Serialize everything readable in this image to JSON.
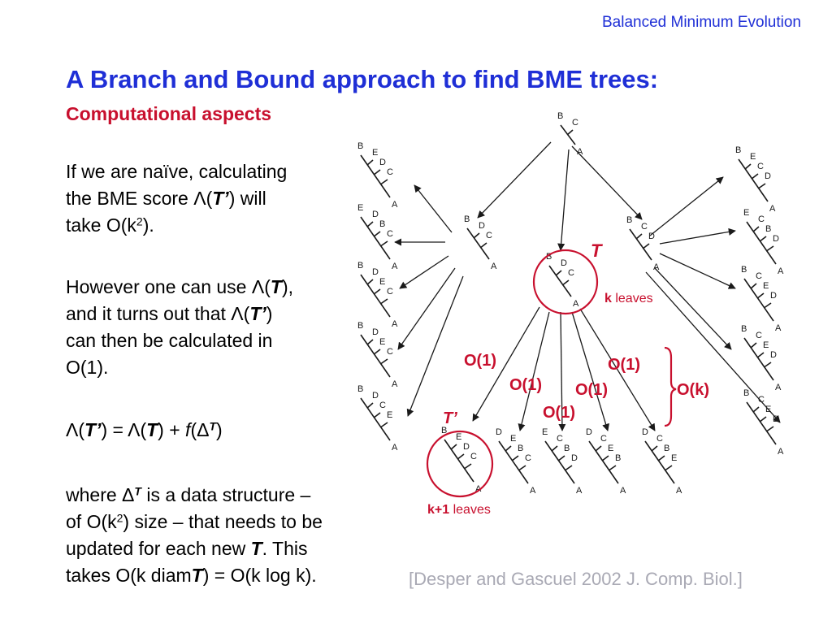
{
  "header": {
    "label": "Balanced Minimum Evolution"
  },
  "title": "A Branch and Bound approach to find BME trees:",
  "subtitle": "Computational aspects",
  "paragraph1": {
    "l1": "If we are naïve, calculating",
    "l2_pre": "the BME score Λ(",
    "l2_var": "T’",
    "l2_post": ") will",
    "l3_pre": "take O(k",
    "l3_sup": "2",
    "l3_post": ")."
  },
  "paragraph2": {
    "l1_pre": "However one can use Λ(",
    "l1_var": "T",
    "l1_post": "),",
    "l2_pre": "and it turns out that Λ(",
    "l2_var": "T’",
    "l2_post": ")",
    "l3": "can then be calculated in",
    "l4": "O(1)."
  },
  "formula": {
    "p1": "Λ(",
    "v1": "T’",
    "p2": ") = Λ(",
    "v2": "T",
    "p3": ") + ",
    "f": "f",
    "p4": "(Δ",
    "sup": "T",
    "p5": ")"
  },
  "paragraph3": {
    "l1_pre": "where Δ",
    "l1_sup": "T",
    "l1_post": " is a data structure –",
    "l2_pre": "of O(k",
    "l2_sup": "2",
    "l2_post": ") size – that needs to be",
    "l3_pre": "updated for each new ",
    "l3_var": "T",
    "l3_post": ". This",
    "l4_pre": "takes O(k diam",
    "l4_var": "T",
    "l4_post": ") = O(k log k)."
  },
  "citation": "[Desper and Gascuel 2002 J. Comp. Biol.]",
  "diagram": {
    "t_label": "T",
    "k_leaves": {
      "k": "k",
      "rest": " leaves"
    },
    "t_prime_label": "T’",
    "k1_leaves": {
      "k": "k+1",
      "rest": " leaves"
    },
    "costs": [
      "O(1)",
      "O(1)",
      "O(1)",
      "O(1)",
      "O(1)"
    ],
    "total_cost": "O(k)",
    "trees": [
      {
        "name": "root",
        "leaves": [
          "B",
          "C",
          "A"
        ]
      },
      {
        "name": "mid-left",
        "leaves": [
          "B",
          "D",
          "C",
          "A"
        ]
      },
      {
        "name": "mid-center",
        "leaves": [
          "B",
          "D",
          "C",
          "A"
        ]
      },
      {
        "name": "mid-right",
        "leaves": [
          "B",
          "C",
          "D",
          "A"
        ]
      },
      {
        "name": "left-1",
        "leaves": [
          "B",
          "E",
          "D",
          "C",
          "A"
        ]
      },
      {
        "name": "left-2",
        "leaves": [
          "E",
          "D",
          "B",
          "C",
          "A"
        ]
      },
      {
        "name": "left-3",
        "leaves": [
          "B",
          "D",
          "E",
          "C",
          "A"
        ]
      },
      {
        "name": "left-4",
        "leaves": [
          "B",
          "D",
          "E",
          "C",
          "A"
        ]
      },
      {
        "name": "left-5",
        "leaves": [
          "B",
          "D",
          "C",
          "E",
          "A"
        ]
      },
      {
        "name": "right-1",
        "leaves": [
          "B",
          "E",
          "C",
          "D",
          "A"
        ]
      },
      {
        "name": "right-2",
        "leaves": [
          "E",
          "C",
          "B",
          "D",
          "A"
        ]
      },
      {
        "name": "right-3",
        "leaves": [
          "B",
          "C",
          "E",
          "D",
          "A"
        ]
      },
      {
        "name": "right-4",
        "leaves": [
          "B",
          "C",
          "E",
          "D",
          "A"
        ]
      },
      {
        "name": "right-5",
        "leaves": [
          "B",
          "C",
          "E",
          "D",
          "A"
        ]
      },
      {
        "name": "bottom-1",
        "leaves": [
          "B",
          "E",
          "D",
          "C",
          "A"
        ]
      },
      {
        "name": "bottom-2",
        "leaves": [
          "D",
          "E",
          "B",
          "C",
          "A"
        ]
      },
      {
        "name": "bottom-3",
        "leaves": [
          "E",
          "C",
          "B",
          "D",
          "A"
        ]
      },
      {
        "name": "bottom-4",
        "leaves": [
          "D",
          "C",
          "E",
          "B",
          "A"
        ]
      },
      {
        "name": "bottom-5",
        "leaves": [
          "D",
          "C",
          "B",
          "E",
          "A"
        ]
      }
    ]
  }
}
